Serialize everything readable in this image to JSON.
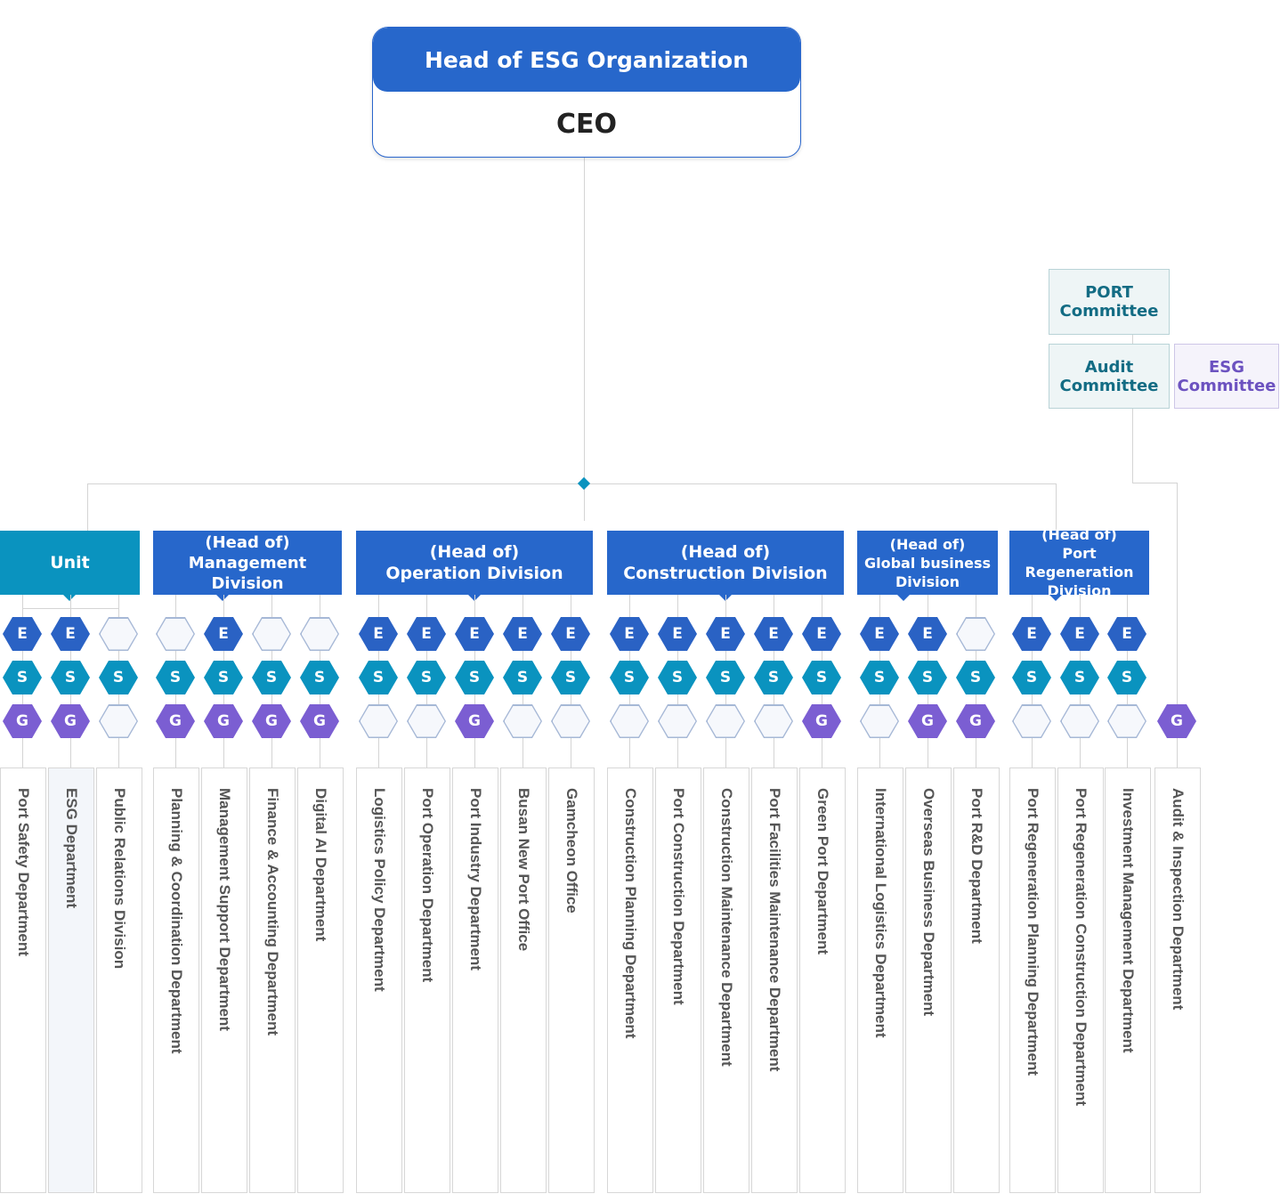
{
  "head": {
    "title": "Head of ESG Organization",
    "subtitle": "CEO"
  },
  "committees": {
    "port": "PORT\nCommittee",
    "audit": "Audit\nCommittee",
    "esg": "ESG\nCommittee"
  },
  "colors": {
    "e_blue": "#2a62c4",
    "s_teal": "#0a93bf",
    "g_purple": "#7b5ed2",
    "header_blue": "#2767cb"
  },
  "divisions": [
    {
      "id": "unit",
      "label": "Unit",
      "style": "teal"
    },
    {
      "id": "management",
      "label": "(Head of)\nManagement Division",
      "style": "blue"
    },
    {
      "id": "operation",
      "label": "(Head of)\nOperation Division",
      "style": "blue"
    },
    {
      "id": "construction",
      "label": "(Head of)\nConstruction Division",
      "style": "blue"
    },
    {
      "id": "global",
      "label": "(Head of)\nGlobal business\nDivision",
      "style": "blue"
    },
    {
      "id": "regeneration",
      "label": "(Head of)\nPort Regeneration\nDivision",
      "style": "blue"
    }
  ],
  "departments": [
    {
      "name": "Port Safety Department",
      "e": true,
      "s": true,
      "g": true
    },
    {
      "name": "ESG Department",
      "e": true,
      "s": true,
      "g": true,
      "highlight": true
    },
    {
      "name": "Public Relations Division",
      "e": false,
      "s": true,
      "g": false
    },
    {
      "name": "Planning & Coordination Department",
      "e": false,
      "s": true,
      "g": true
    },
    {
      "name": "Management Support Department",
      "e": true,
      "s": true,
      "g": true
    },
    {
      "name": "Finance & Accounting Department",
      "e": false,
      "s": true,
      "g": true
    },
    {
      "name": "Digital AI Department",
      "e": false,
      "s": true,
      "g": true
    },
    {
      "name": "Logistics Policy Department",
      "e": true,
      "s": true,
      "g": false
    },
    {
      "name": "Port Operation Department",
      "e": true,
      "s": true,
      "g": false
    },
    {
      "name": "Port Industry Department",
      "e": true,
      "s": true,
      "g": true
    },
    {
      "name": "Busan New Port Office",
      "e": true,
      "s": true,
      "g": false
    },
    {
      "name": "Gamcheon Office",
      "e": true,
      "s": true,
      "g": false
    },
    {
      "name": "Construction Planning Department",
      "e": true,
      "s": true,
      "g": false
    },
    {
      "name": "Port Construction Department",
      "e": true,
      "s": true,
      "g": false
    },
    {
      "name": "Construction Maintenance Department",
      "e": true,
      "s": true,
      "g": false
    },
    {
      "name": "Port Facilities Maintenance Department",
      "e": true,
      "s": true,
      "g": false
    },
    {
      "name": "Green Port Department",
      "e": true,
      "s": true,
      "g": true
    },
    {
      "name": "International Logistics Department",
      "e": true,
      "s": true,
      "g": false
    },
    {
      "name": "Overseas Business Department",
      "e": true,
      "s": true,
      "g": true
    },
    {
      "name": "Port R&D Department",
      "e": false,
      "s": true,
      "g": true
    },
    {
      "name": "Port Regeneration Planning Department",
      "e": true,
      "s": true,
      "g": false
    },
    {
      "name": "Port Regeneration Construction Department",
      "e": true,
      "s": true,
      "g": false
    },
    {
      "name": "Investment Management Department",
      "e": true,
      "s": true,
      "g": false
    },
    {
      "name": "Audit & Inspection Department",
      "e": null,
      "s": null,
      "g": true
    }
  ],
  "hex_letters": {
    "e": "E",
    "s": "S",
    "g": "G"
  }
}
